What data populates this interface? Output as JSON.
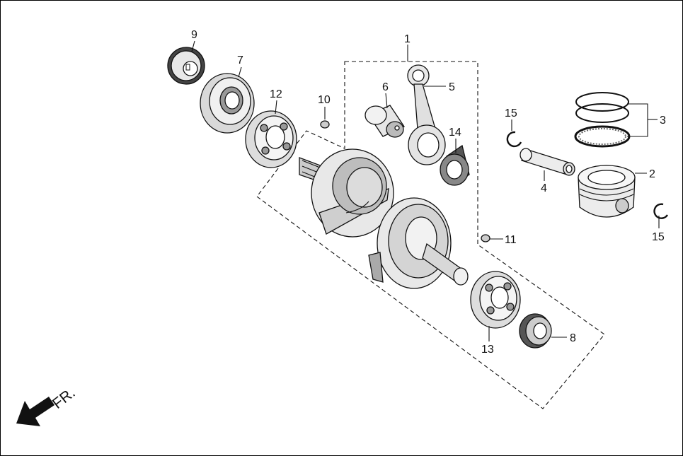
{
  "callouts": [
    {
      "id": "c1",
      "text": "1"
    },
    {
      "id": "c2",
      "text": "2"
    },
    {
      "id": "c3",
      "text": "3"
    },
    {
      "id": "c4",
      "text": "4"
    },
    {
      "id": "c5",
      "text": "5"
    },
    {
      "id": "c6",
      "text": "6"
    },
    {
      "id": "c7",
      "text": "7"
    },
    {
      "id": "c8",
      "text": "8"
    },
    {
      "id": "c9",
      "text": "9"
    },
    {
      "id": "c10",
      "text": "10"
    },
    {
      "id": "c11",
      "text": "11"
    },
    {
      "id": "c12",
      "text": "12"
    },
    {
      "id": "c13",
      "text": "13"
    },
    {
      "id": "c14",
      "text": "14"
    },
    {
      "id": "c15a",
      "text": "15"
    },
    {
      "id": "c15b",
      "text": "15"
    }
  ],
  "direction": {
    "label": "FR."
  }
}
